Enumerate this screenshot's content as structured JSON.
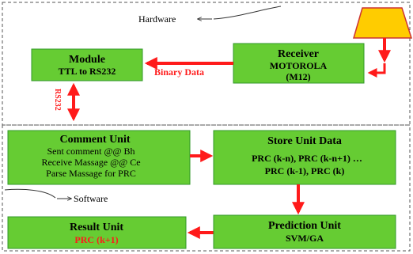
{
  "colors": {
    "box_fill": "#66cc33",
    "box_border": "#33992b",
    "arrow": "#ff1a1a",
    "antenna": "#ffcc00",
    "highlight": "#ff1a1a"
  },
  "zones": {
    "hardware_label": "Hardware",
    "software_label": "Software"
  },
  "antenna": {
    "icon": "antenna-icon"
  },
  "module": {
    "title": "Module",
    "line": "TTL to RS232"
  },
  "receiver": {
    "title": "Receiver",
    "line1": "MOTOROLA",
    "line2": "(M12)"
  },
  "link_labels": {
    "binary": "Binary Data",
    "rs232": "RS232"
  },
  "comment_unit": {
    "title": "Comment Unit",
    "lines": [
      "Sent comment @@ Bh",
      "Receive Massage @@ Ce",
      "Parse Massage for PRC"
    ]
  },
  "store_unit": {
    "title": "Store Unit Data",
    "lines": [
      "PRC (k-n), PRC (k-n+1) …",
      "PRC (k-1), PRC (k)"
    ]
  },
  "result_unit": {
    "title": "Result Unit",
    "line": "PRC (k+1)"
  },
  "prediction_unit": {
    "title": "Prediction Unit",
    "line": "SVM/GA"
  }
}
